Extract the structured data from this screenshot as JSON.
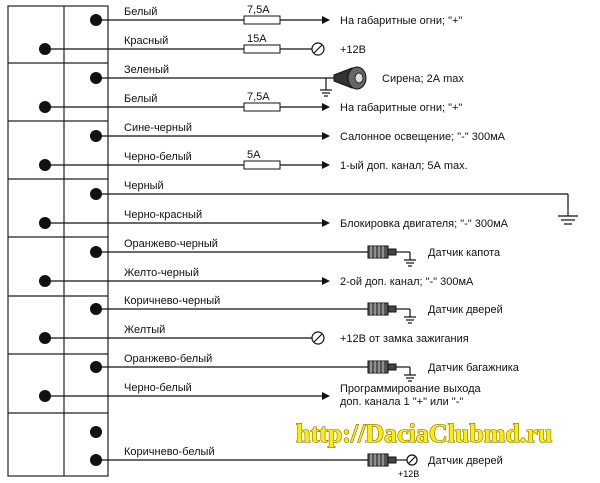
{
  "wires": [
    {
      "label": "Белый",
      "fuse": "7,5A",
      "end": "arrow",
      "dest": "На габаритные огни; \"+\""
    },
    {
      "label": "Красный",
      "fuse": "15A",
      "end": "terminal",
      "dest": "+12В"
    },
    {
      "label": "Зеленый",
      "fuse": "",
      "end": "siren",
      "dest": "Сирена; 2А max"
    },
    {
      "label": "Белый",
      "fuse": "7,5A",
      "end": "arrow",
      "dest": "На габаритные огни; \"+\""
    },
    {
      "label": "Сине-черный",
      "fuse": "",
      "end": "arrow",
      "dest": "Салонное освещение; \"-\" 300мА"
    },
    {
      "label": "Черно-белый",
      "fuse": "5A",
      "end": "arrow",
      "dest": "1-ый доп. канал; 5А max."
    },
    {
      "label": "Черный",
      "fuse": "",
      "end": "ground",
      "dest": ""
    },
    {
      "label": "Черно-красный",
      "fuse": "",
      "end": "arrow",
      "dest": "Блокировка двигателя; \"-\" 300мА"
    },
    {
      "label": "Оранжево-черный",
      "fuse": "",
      "end": "sensor",
      "dest": "Датчик капота"
    },
    {
      "label": "Желто-черный",
      "fuse": "",
      "end": "arrow",
      "dest": "2-ой доп. канал; \"-\" 300мА"
    },
    {
      "label": "Коричнево-черный",
      "fuse": "",
      "end": "sensor",
      "dest": "Датчик дверей"
    },
    {
      "label": "Желтый",
      "fuse": "",
      "end": "terminal",
      "dest": "+12В от замка зажигания"
    },
    {
      "label": "Оранжево-белый",
      "fuse": "",
      "end": "sensor",
      "dest": "Датчик багажника"
    },
    {
      "label": "Черно-белый",
      "fuse": "",
      "end": "arrow",
      "dest": "Программирование выхода",
      "dest2": "доп. канала 1 \"+\" или \"-\""
    },
    {
      "label": "Коричнево-белый",
      "fuse": "",
      "end": "sensor12",
      "dest": "Датчик дверей",
      "sub": "+12В"
    }
  ],
  "watermark": "http://DaciaClubmd.ru"
}
